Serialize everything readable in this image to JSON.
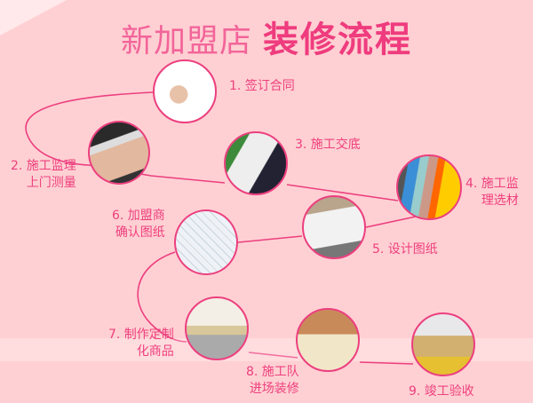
{
  "title": {
    "light": "新加盟店",
    "bold": "装修流程"
  },
  "steps": [
    {
      "line1": "1. 签订合同",
      "line2": "",
      "image": "signing-contract-photo"
    },
    {
      "line1": "2. 施工监理",
      "line2": "上门测量",
      "image": "tape-measure-photo"
    },
    {
      "line1": "3. 施工交底",
      "line2": "",
      "image": "clipboard-photo"
    },
    {
      "line1": "4. 施工监",
      "line2": "理选材",
      "image": "color-swatches-photo"
    },
    {
      "line1": "5. 设计图纸",
      "line2": "",
      "image": "blueprint-calculator-photo"
    },
    {
      "line1": "6. 加盟商",
      "line2": "确认图纸",
      "image": "rolled-blueprints-photo"
    },
    {
      "line1": "7. 制作定制",
      "line2": "化商品",
      "image": "store-shelves-photo"
    },
    {
      "line1": "8. 施工队",
      "line2": "进场装修",
      "image": "construction-work-photo"
    },
    {
      "line1": "9. 竣工验收",
      "line2": "",
      "image": "finished-store-photo"
    }
  ],
  "colors": {
    "background": "#ffd0d3",
    "accent": "#ef3c7e",
    "title_light": "#f2659a"
  }
}
